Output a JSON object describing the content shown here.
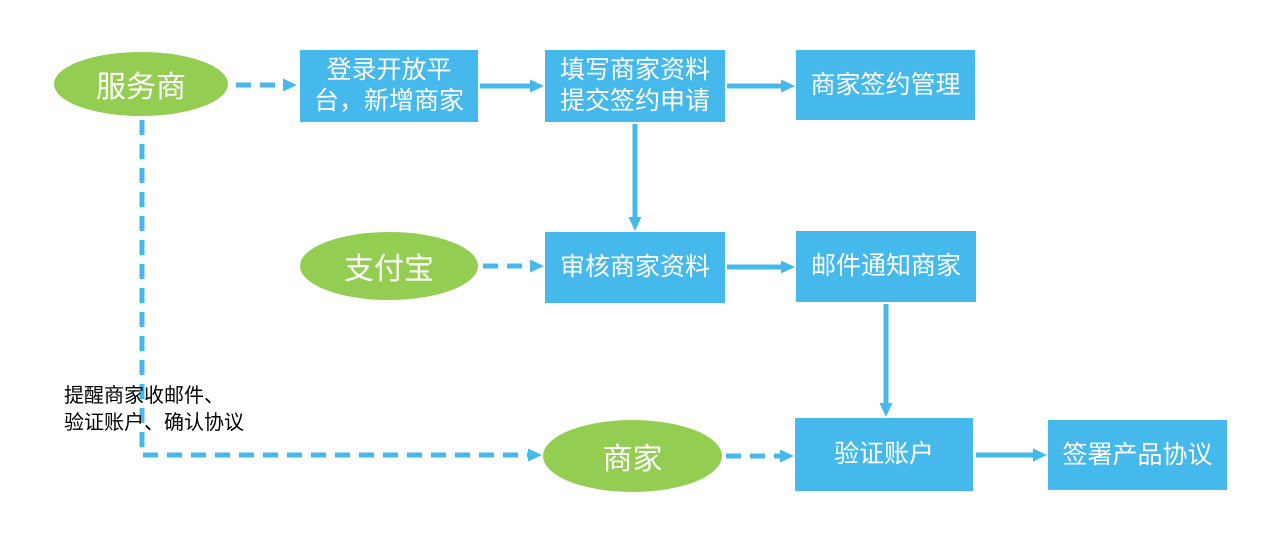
{
  "colors": {
    "node-green": "#93CD52",
    "node-blue": "#45B8EC",
    "arrow-blue": "#45B8EC",
    "label-white": "#FFFFFF",
    "note-black": "#000000",
    "bg": "#FFFFFF"
  },
  "diagram": {
    "nodes": {
      "service_provider": {
        "shape": "ellipse",
        "label": "服务商"
      },
      "login_platform": {
        "shape": "rect",
        "label": "登录开放平\n台，新增商家"
      },
      "fill_info": {
        "shape": "rect",
        "label": "填写商家资料\n提交签约申请"
      },
      "sign_manage": {
        "shape": "rect",
        "label": "商家签约管理"
      },
      "alipay": {
        "shape": "ellipse",
        "label": "支付宝"
      },
      "review_info": {
        "shape": "rect",
        "label": "审核商家资料"
      },
      "email_notify": {
        "shape": "rect",
        "label": "邮件通知商家"
      },
      "merchant": {
        "shape": "ellipse",
        "label": "商家"
      },
      "verify_account": {
        "shape": "rect",
        "label": "验证账户"
      },
      "sign_agreement": {
        "shape": "rect",
        "label": "签署产品协议"
      }
    },
    "note": "提醒商家收邮件、\n验证账户、确认协议",
    "edges": [
      {
        "from": "service_provider",
        "to": "login_platform",
        "style": "dashed"
      },
      {
        "from": "login_platform",
        "to": "fill_info",
        "style": "solid"
      },
      {
        "from": "fill_info",
        "to": "sign_manage",
        "style": "solid"
      },
      {
        "from": "fill_info",
        "to": "review_info",
        "style": "solid"
      },
      {
        "from": "alipay",
        "to": "review_info",
        "style": "dashed"
      },
      {
        "from": "review_info",
        "to": "email_notify",
        "style": "solid"
      },
      {
        "from": "email_notify",
        "to": "verify_account",
        "style": "solid"
      },
      {
        "from": "service_provider",
        "to": "merchant",
        "style": "dashed"
      },
      {
        "from": "merchant",
        "to": "verify_account",
        "style": "dashed"
      },
      {
        "from": "verify_account",
        "to": "sign_agreement",
        "style": "solid"
      }
    ]
  }
}
